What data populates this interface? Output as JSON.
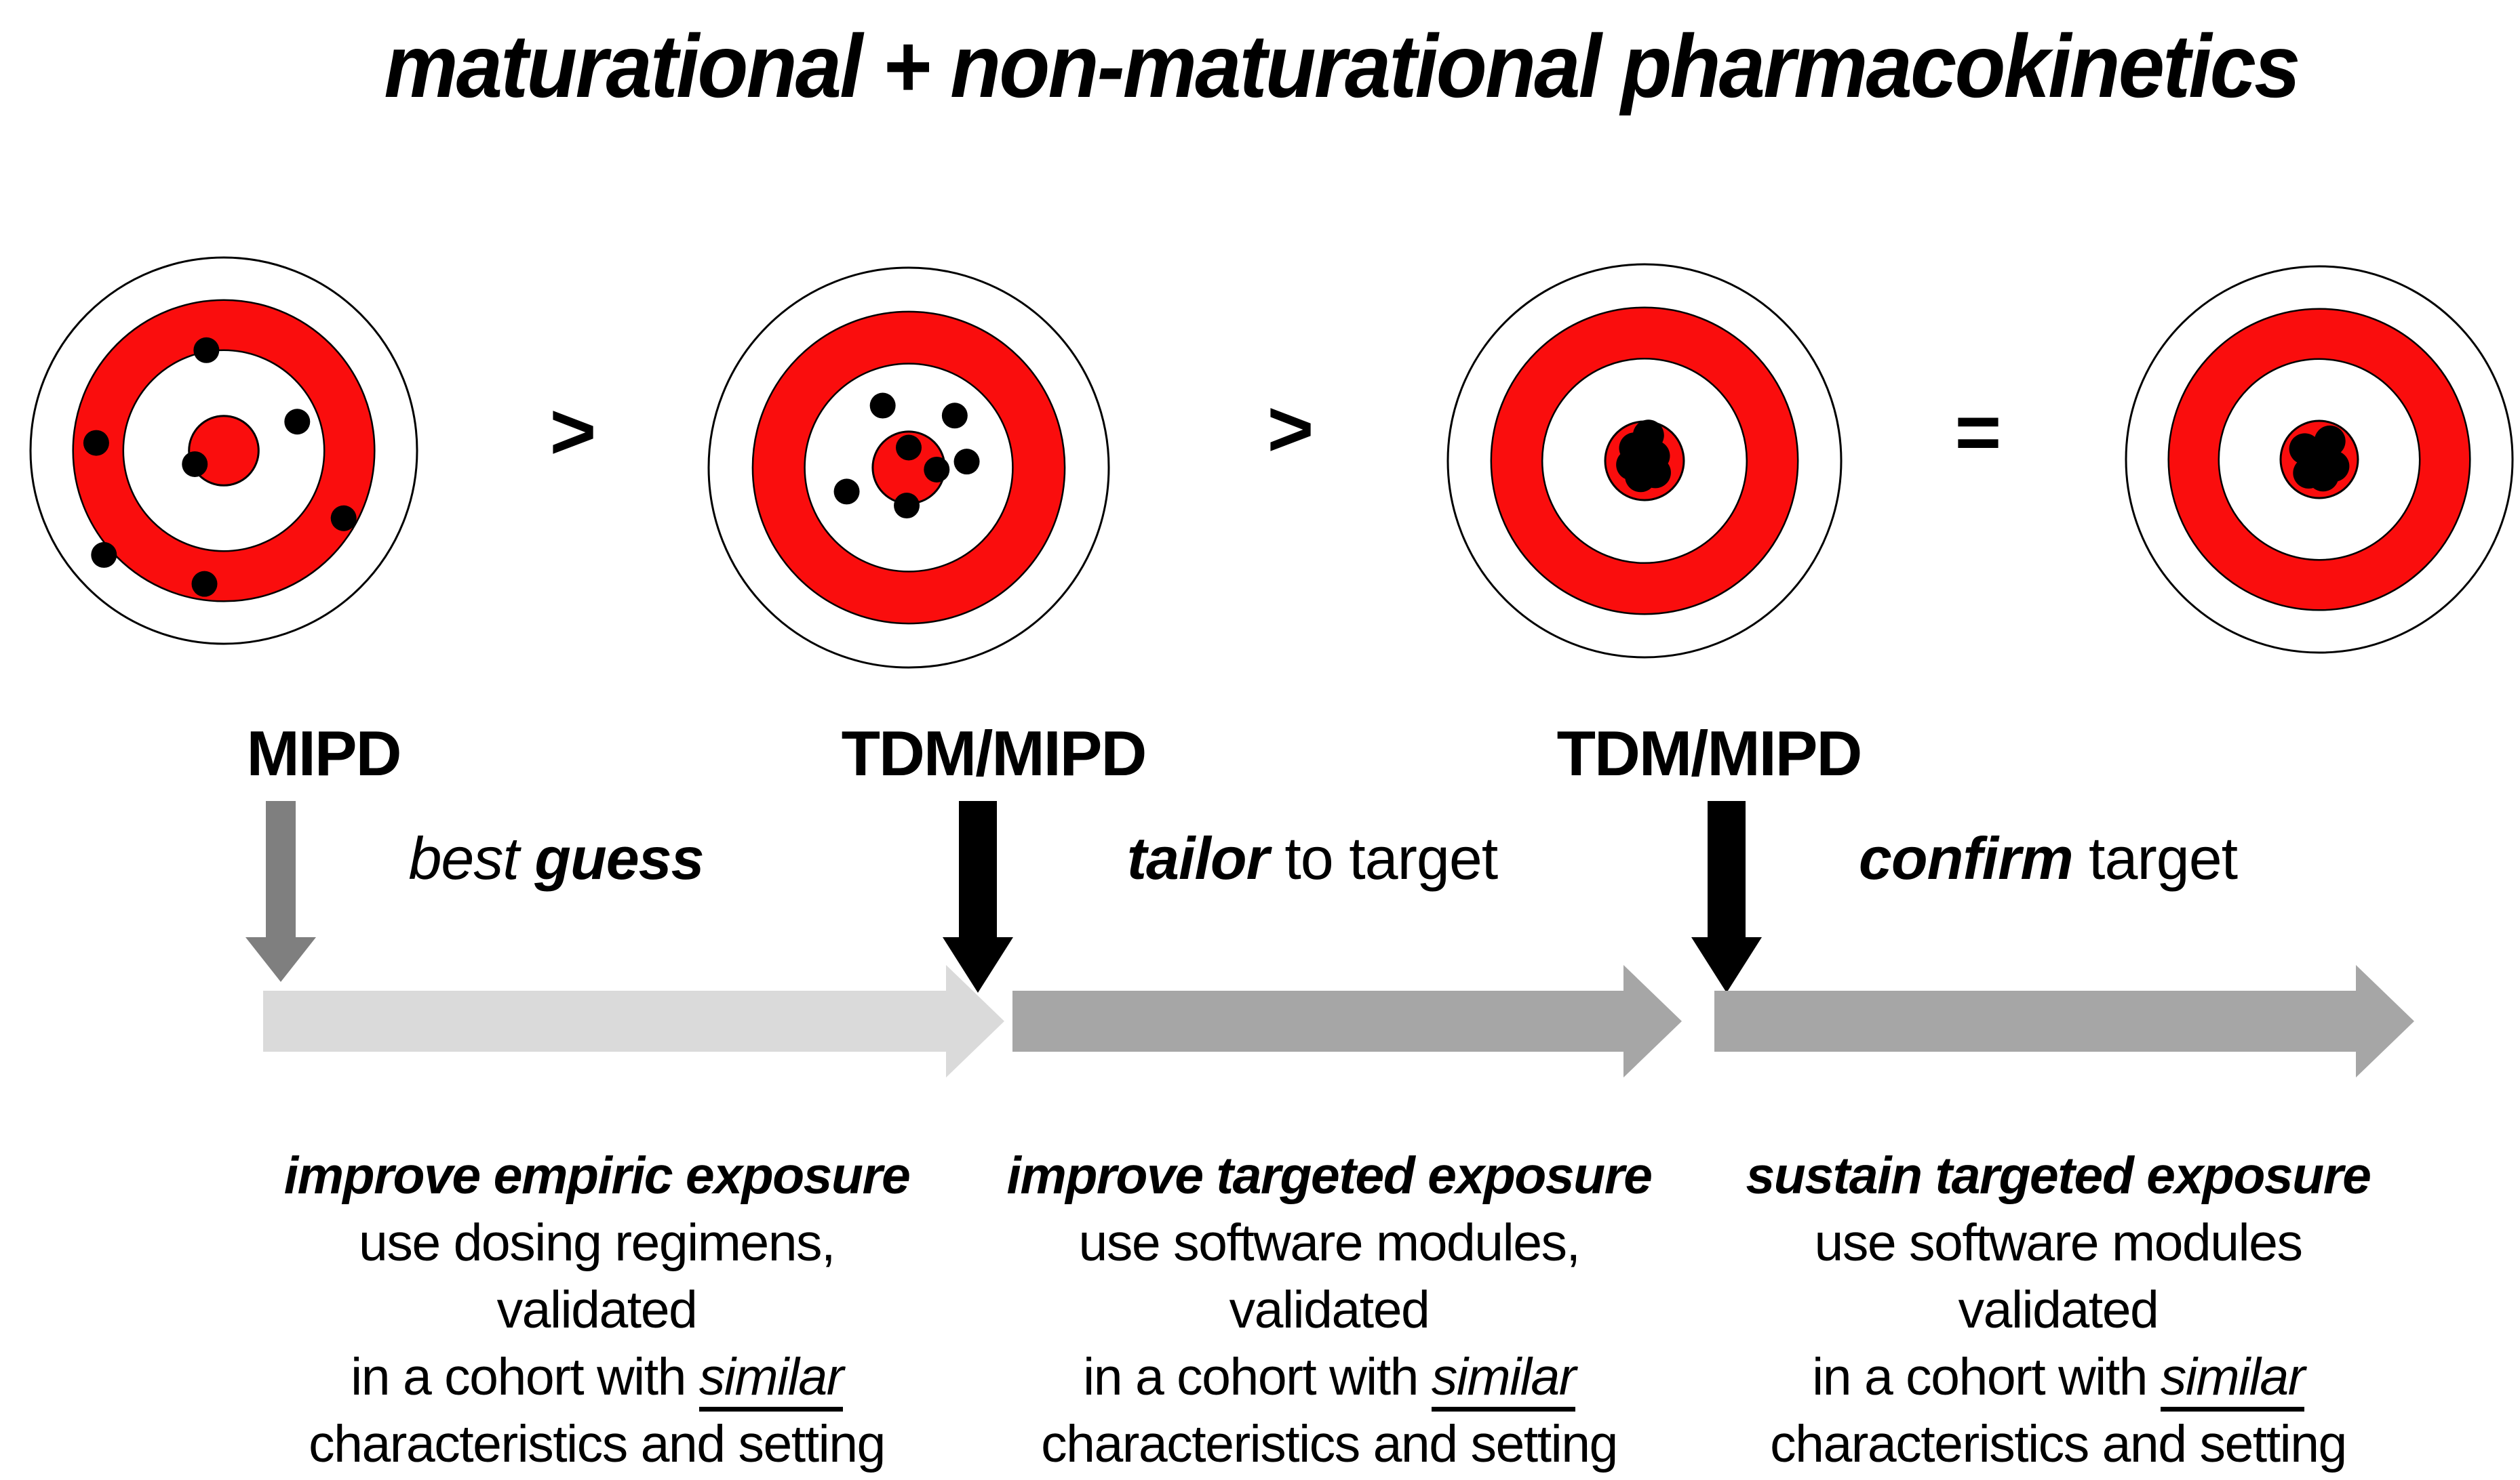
{
  "title": "maturational + non-maturational pharmacokinetics",
  "colors": {
    "red": "#fa0d0d",
    "light_gray": "#dadada",
    "mid_gray": "#a6a6a6",
    "dark_gray": "#7f7f7f",
    "black": "#000000"
  },
  "targets_row": {
    "operators": [
      ">",
      ">",
      "="
    ],
    "targets": [
      {
        "name": "target-widely-scattered-shots",
        "precision": "scattered across all rings",
        "bullseye_fraction": 0.18,
        "dot_radius": 19,
        "dots": [
          [
            -0.09,
            -0.52
          ],
          [
            0.38,
            -0.15
          ],
          [
            -0.66,
            -0.04
          ],
          [
            -0.15,
            0.07
          ],
          [
            0.62,
            0.35
          ],
          [
            -0.62,
            0.54
          ],
          [
            -0.1,
            0.69
          ]
        ]
      },
      {
        "name": "target-shots-near-center",
        "precision": "grouped around bullseye",
        "bullseye_fraction": 0.18,
        "dot_radius": 19,
        "dots": [
          [
            -0.13,
            -0.31
          ],
          [
            0.23,
            -0.26
          ],
          [
            0.0,
            -0.1
          ],
          [
            0.29,
            -0.03
          ],
          [
            0.14,
            0.01
          ],
          [
            -0.31,
            0.12
          ],
          [
            -0.01,
            0.19
          ]
        ]
      },
      {
        "name": "target-tight-cluster-in-bullseye",
        "precision": "tight cluster inside bullseye",
        "bullseye_fraction": 0.2,
        "dot_radius": 23,
        "dots": [
          [
            0.02,
            -0.13
          ],
          [
            -0.05,
            -0.065
          ],
          [
            0.05,
            -0.025
          ],
          [
            -0.065,
            0.02
          ],
          [
            -0.02,
            0.08
          ],
          [
            0.055,
            0.06
          ]
        ]
      },
      {
        "name": "target-tight-cluster-in-bullseye",
        "precision": "tight cluster inside bullseye",
        "bullseye_fraction": 0.2,
        "dot_radius": 23,
        "dots": [
          [
            -0.075,
            -0.055
          ],
          [
            0.055,
            -0.095
          ],
          [
            -0.015,
            -0.005
          ],
          [
            0.075,
            0.035
          ],
          [
            -0.055,
            0.07
          ],
          [
            0.02,
            0.085
          ]
        ]
      }
    ]
  },
  "steps": [
    {
      "label": "MIPD",
      "arrow": "gray-down-arrow"
    },
    {
      "label": "TDM/MIPD",
      "arrow": "black-down-arrow"
    },
    {
      "label": "TDM/MIPD",
      "arrow": "black-down-arrow"
    }
  ],
  "captions": [
    [
      {
        "text": "best ",
        "style": "italic"
      },
      {
        "text": "guess",
        "style": "bold-italic"
      }
    ],
    [
      {
        "text": "tailor",
        "style": "bold-italic"
      },
      {
        "text": " to target",
        "style": "regular"
      }
    ],
    [
      {
        "text": "confirm",
        "style": "bold-italic"
      },
      {
        "text": " target",
        "style": "regular"
      }
    ]
  ],
  "timeline": {
    "arrow_colors": [
      "light_gray",
      "mid_gray",
      "mid_gray"
    ]
  },
  "blocks": [
    {
      "lines": [
        [
          {
            "text": "improve empiric exposure",
            "style": "bold-italic"
          }
        ],
        [
          {
            "text": "use dosing regimens,",
            "style": "regular"
          }
        ],
        [
          {
            "text": "validated",
            "style": "regular"
          }
        ],
        [
          {
            "text": "in a cohort with ",
            "style": "regular"
          },
          {
            "text": "similar",
            "style": "italic-underline"
          }
        ],
        [
          {
            "text": "characteristics and setting",
            "style": "regular"
          }
        ]
      ]
    },
    {
      "lines": [
        [
          {
            "text": "improve targeted exposure",
            "style": "bold-italic"
          }
        ],
        [
          {
            "text": "use software modules,",
            "style": "regular"
          }
        ],
        [
          {
            "text": "validated",
            "style": "regular"
          }
        ],
        [
          {
            "text": "in a cohort with ",
            "style": "regular"
          },
          {
            "text": "similar",
            "style": "italic-underline"
          }
        ],
        [
          {
            "text": "characteristics and setting",
            "style": "regular"
          }
        ]
      ]
    },
    {
      "lines": [
        [
          {
            "text": "sustain targeted exposure",
            "style": "bold-italic"
          }
        ],
        [
          {
            "text": "use software modules",
            "style": "regular"
          }
        ],
        [
          {
            "text": "validated",
            "style": "regular"
          }
        ],
        [
          {
            "text": "in a cohort with ",
            "style": "regular"
          },
          {
            "text": "similar",
            "style": "italic-underline"
          }
        ],
        [
          {
            "text": "characteristics and setting",
            "style": "regular"
          }
        ]
      ]
    }
  ]
}
